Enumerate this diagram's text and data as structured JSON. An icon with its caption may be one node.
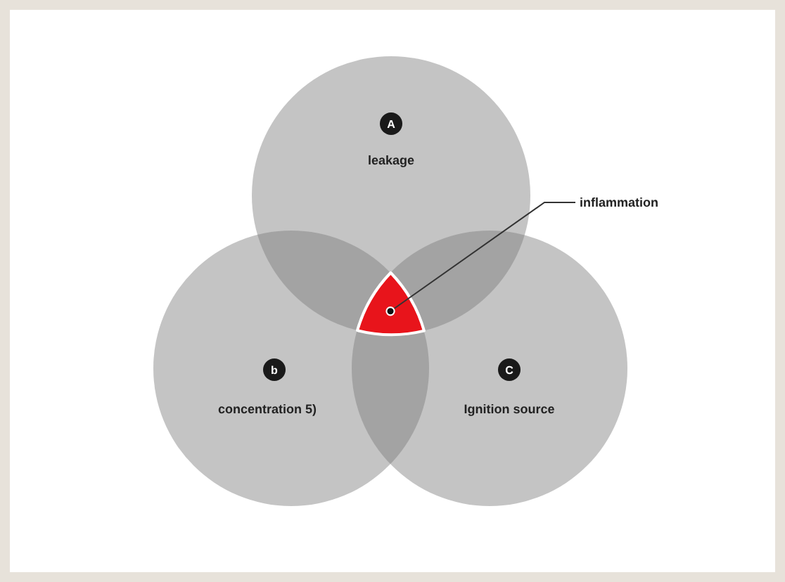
{
  "diagram": {
    "nodes": [
      {
        "text": [
          "leakage"
        ]
      },
      {
        "text": [
          "A"
        ],
        "in": 0
      },
      {
        "text": [
          "inflammation"
        ]
      },
      {
        "text": [],
        "shape": "triangle"
      },
      {
        "text": [
          "concentration 5)"
        ]
      },
      {
        "text": [
          "b"
        ],
        "in": 4
      },
      {
        "text": [
          "Ignition source"
        ]
      },
      {
        "text": [
          "C"
        ],
        "in": 6
      }
    ],
    "edges": [
      {
        "from": 2,
        "to": 3,
        "arrow": "other"
      }
    ]
  }
}
